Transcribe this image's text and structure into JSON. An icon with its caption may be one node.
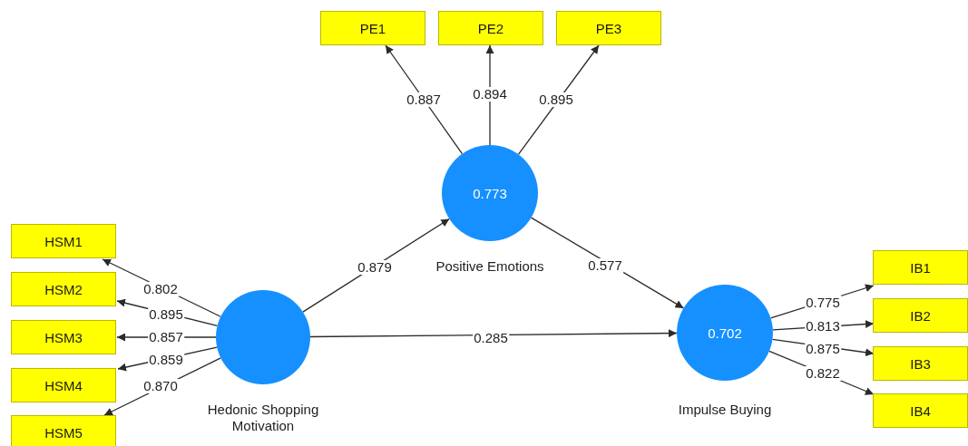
{
  "diagram": {
    "nodes": [
      {
        "text": [
          "PE1"
        ]
      },
      {
        "text": [
          "PE2"
        ]
      },
      {
        "text": [
          "PE3"
        ]
      },
      {
        "text": [
          "0.773"
        ],
        "beside": [
          "Positive Emotions"
        ]
      },
      {
        "text": [
          "HSM1"
        ]
      },
      {
        "text": [
          "HSM2"
        ]
      },
      {
        "text": [
          "HSM3"
        ]
      },
      {
        "text": [
          "HSM4"
        ]
      },
      {
        "text": [
          "HSM5"
        ]
      },
      {
        "text": [],
        "shape": "circle",
        "beside": [
          "Hedonic Shopping Motivation"
        ]
      },
      {
        "text": [
          "0.702"
        ],
        "beside": [
          "Impulse Buying"
        ]
      },
      {
        "text": [
          "IB1"
        ]
      },
      {
        "text": [
          "IB2"
        ]
      },
      {
        "text": [
          "IB3"
        ]
      },
      {
        "text": [
          "IB4"
        ]
      }
    ],
    "edges": [
      {
        "from": 3,
        "to": 0,
        "arrow": "to",
        "label": "0.887"
      },
      {
        "from": 3,
        "to": 1,
        "arrow": "to",
        "label": "0.894"
      },
      {
        "from": 3,
        "to": 2,
        "arrow": "to",
        "label": "0.895"
      },
      {
        "from": 9,
        "to": 3,
        "arrow": "to",
        "label": "0.879"
      },
      {
        "from": 3,
        "to": 10,
        "arrow": "to",
        "label": "0.577"
      },
      {
        "from": 9,
        "to": 10,
        "arrow": "to",
        "label": "0.285"
      },
      {
        "from": 9,
        "to": 4,
        "arrow": "to",
        "label": "0.802"
      },
      {
        "from": 9,
        "to": 5,
        "arrow": "to",
        "label": "0.895"
      },
      {
        "from": 9,
        "to": 6,
        "arrow": "to",
        "label": "0.857"
      },
      {
        "from": 9,
        "to": 7,
        "arrow": "to",
        "label": "0.859"
      },
      {
        "from": 9,
        "to": 8,
        "arrow": "to",
        "label": "0.870"
      },
      {
        "from": 10,
        "to": 11,
        "arrow": "to",
        "label": "0.775"
      },
      {
        "from": 10,
        "to": 12,
        "arrow": "to",
        "label": "0.813"
      },
      {
        "from": 10,
        "to": 13,
        "arrow": "to",
        "label": "0.875"
      },
      {
        "from": 10,
        "to": 14,
        "arrow": "to",
        "label": "0.822"
      }
    ]
  }
}
